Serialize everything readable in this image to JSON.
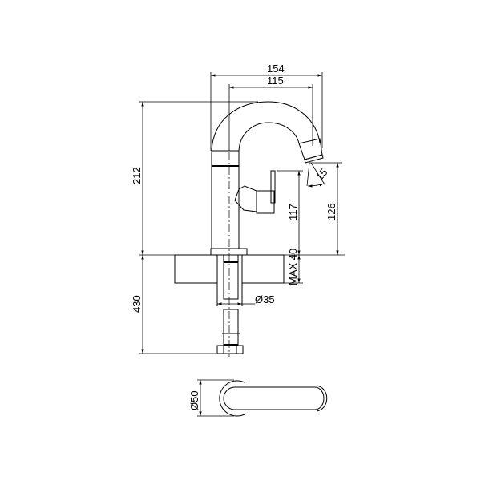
{
  "drawing": {
    "dimensions": {
      "overall_width": "154",
      "spout_reach": "115",
      "overall_height": "212",
      "spout_angle": "15",
      "lever_height": "117",
      "outlet_height": "126",
      "max_counter_thickness": "MAX 40",
      "shank_length": "430",
      "hole_diameter": "Ø35",
      "base_diameter": "Ø50"
    },
    "line_color": "#000000",
    "background_color": "#ffffff"
  }
}
